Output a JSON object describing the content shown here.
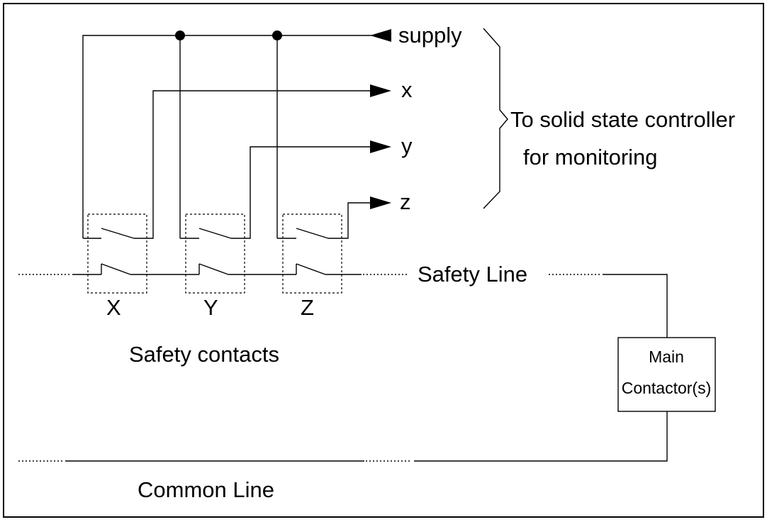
{
  "outputs": {
    "supply": "supply",
    "x": "x",
    "y": "y",
    "z": "z"
  },
  "controller_note": {
    "line1": "To solid state controller",
    "line2": "for monitoring"
  },
  "contacts": {
    "x_label": "X",
    "y_label": "Y",
    "z_label": "Z",
    "caption": "Safety contacts"
  },
  "safety_line": "Safety Line",
  "main_contactor": {
    "line1": "Main",
    "line2": "Contactor(s)"
  },
  "common_line": "Common Line"
}
